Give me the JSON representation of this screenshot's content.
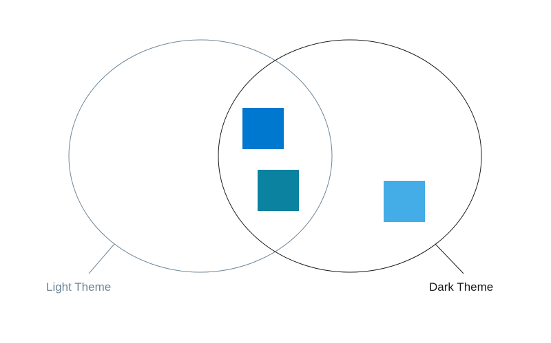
{
  "diagram": {
    "sets": [
      {
        "id": "light",
        "label": "Light Theme",
        "color": "#6e8596"
      },
      {
        "id": "dark",
        "label": "Dark Theme",
        "color": "#1a1a1a"
      }
    ],
    "swatches": [
      {
        "id": "swatch-1",
        "color": "#0078d0",
        "region": "intersection"
      },
      {
        "id": "swatch-2",
        "color": "#0a82a0",
        "region": "intersection"
      },
      {
        "id": "swatch-3",
        "color": "#44ace6",
        "region": "dark-only"
      }
    ]
  }
}
